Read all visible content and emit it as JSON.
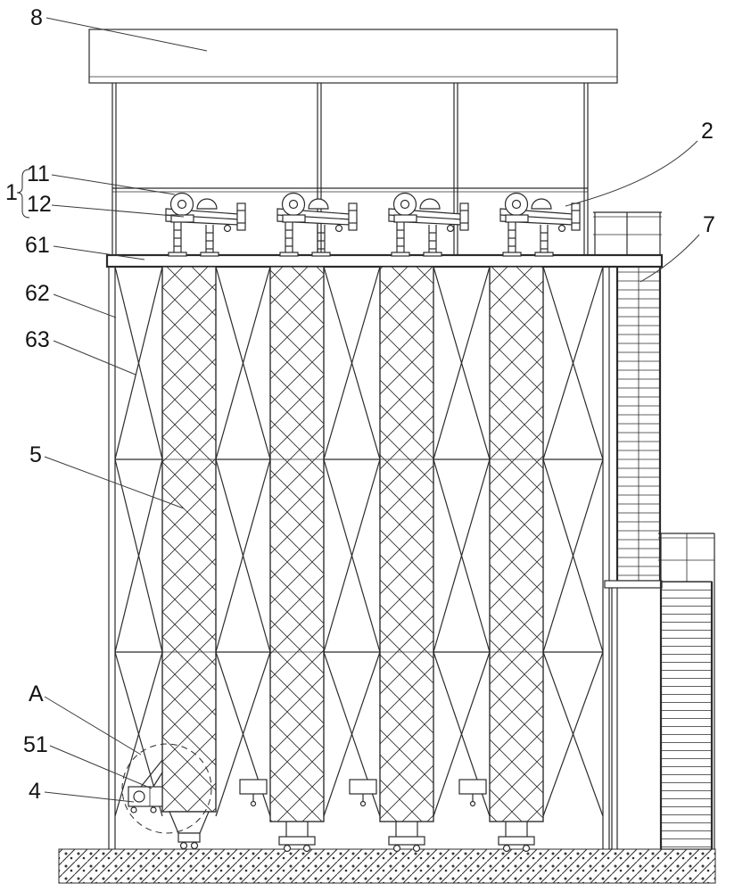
{
  "figure": {
    "background": "#ffffff",
    "line_color": "#2b2b2b",
    "labels": {
      "l8": {
        "text": "8"
      },
      "l2": {
        "text": "2"
      },
      "l1": {
        "text": "1"
      },
      "l11": {
        "text": "11"
      },
      "l12": {
        "text": "12"
      },
      "l61": {
        "text": "61"
      },
      "l62": {
        "text": "62"
      },
      "l63": {
        "text": "63"
      },
      "l7": {
        "text": "7"
      },
      "l5": {
        "text": "5"
      },
      "lA": {
        "text": "A"
      },
      "l51": {
        "text": "51"
      },
      "l4": {
        "text": "4"
      }
    }
  }
}
